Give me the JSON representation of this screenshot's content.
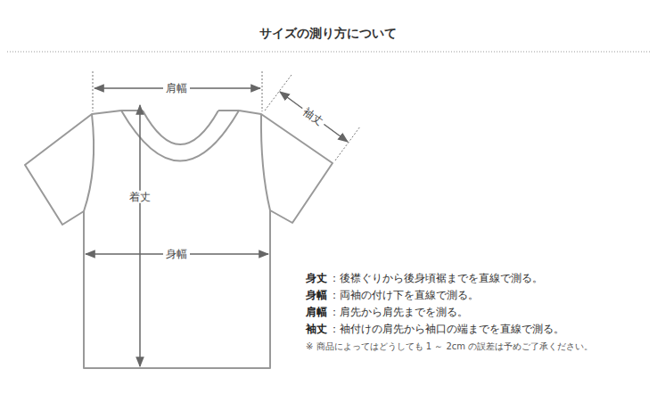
{
  "diagram": {
    "title": "サイズの測り方について",
    "labels": [
      "肩幅",
      "袖丈",
      "着丈",
      "身幅",
      "身丈",
      "：後襟ぐりから後身頃裾までを直線で測る。",
      "身幅",
      "：両袖の付け下を直線で測る。",
      "肩幅",
      "：肩先から肩先までを測る。",
      "袖丈",
      "：袖付けの肩先から袖口の端までを直線で測る。",
      "※ 商品によってはどうしても 1 ～ 2cm の誤差は予めご了承ください。"
    ]
  }
}
